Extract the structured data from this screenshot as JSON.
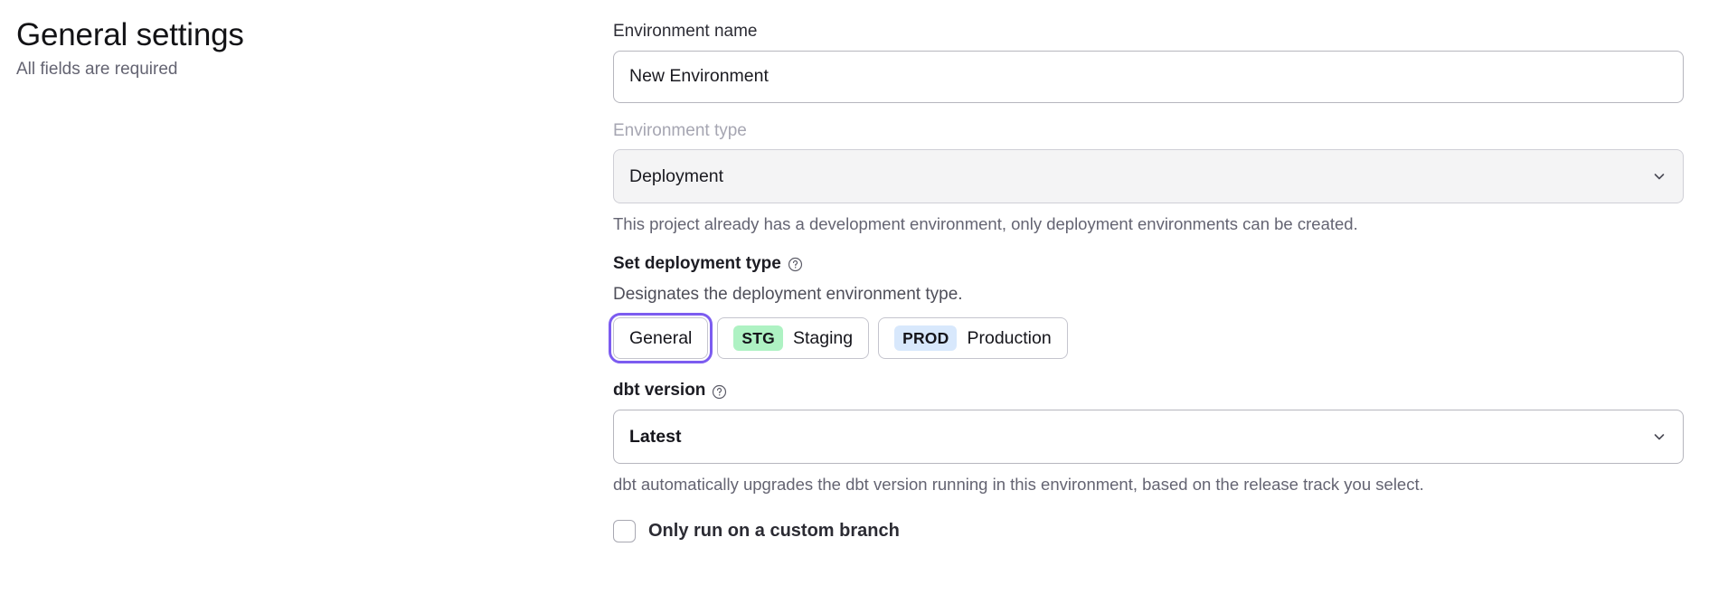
{
  "header": {
    "title": "General settings",
    "subtitle": "All fields are required"
  },
  "form": {
    "environment_name": {
      "label": "Environment name",
      "value": "New Environment",
      "placeholder": "Environment name"
    },
    "environment_type": {
      "label": "Environment type",
      "value": "Deployment",
      "disabled": true,
      "help_text": "This project already has a development environment, only deployment environments can be created.",
      "chevron_icon": "chevron-down-icon"
    },
    "deployment_type": {
      "label": "Set deployment type",
      "help_icon": "question-circle-icon",
      "description": "Designates the deployment environment type.",
      "options": [
        {
          "badge": "",
          "label": "General",
          "badge_color": "",
          "selected": true
        },
        {
          "badge": "STG",
          "label": "Staging",
          "badge_color": "#aef2c3",
          "selected": false
        },
        {
          "badge": "PROD",
          "label": "Production",
          "badge_color": "#d8e8fc",
          "selected": false
        }
      ]
    },
    "dbt_version": {
      "label": "dbt version",
      "help_icon": "question-circle-icon",
      "value": "Latest",
      "chevron_icon": "chevron-down-icon",
      "help_text": "dbt automatically upgrades the dbt version running in this environment, based on the release track you select."
    },
    "custom_branch": {
      "label": "Only run on a custom branch",
      "checked": false
    }
  },
  "colors": {
    "focus_ring": "#7c5cf0",
    "staging_badge": "#aef2c3",
    "production_badge": "#d8e8fc",
    "disabled_field_bg": "#f4f4f5",
    "muted_text": "#646472"
  }
}
